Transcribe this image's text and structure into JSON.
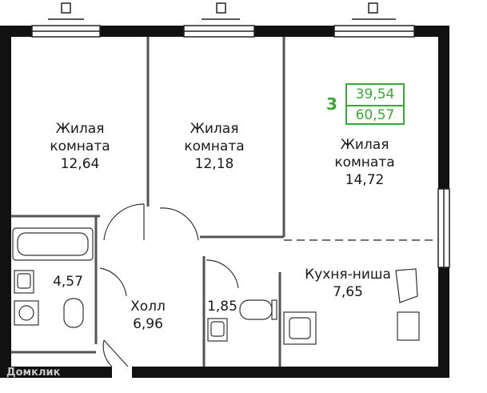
{
  "rooms": [
    {
      "name": "Жилая\nкомната",
      "area": "12,64"
    },
    {
      "name": "Жилая\nкомната",
      "area": "12,18"
    },
    {
      "name": "Жилая\nкомната",
      "area": "14,72"
    },
    {
      "name": "Кухня-ниша",
      "area": "7,65"
    },
    {
      "name": "Холл",
      "area": "6,96"
    },
    {
      "area": "4,57"
    },
    {
      "area": "1,85"
    }
  ],
  "badge": {
    "rooms_count": "3",
    "living_area": "39,54",
    "total_area": "60,57"
  },
  "colors": {
    "wall": "#111111",
    "accent": "#3aa935",
    "line": "#555555"
  },
  "watermark": "Домклик"
}
